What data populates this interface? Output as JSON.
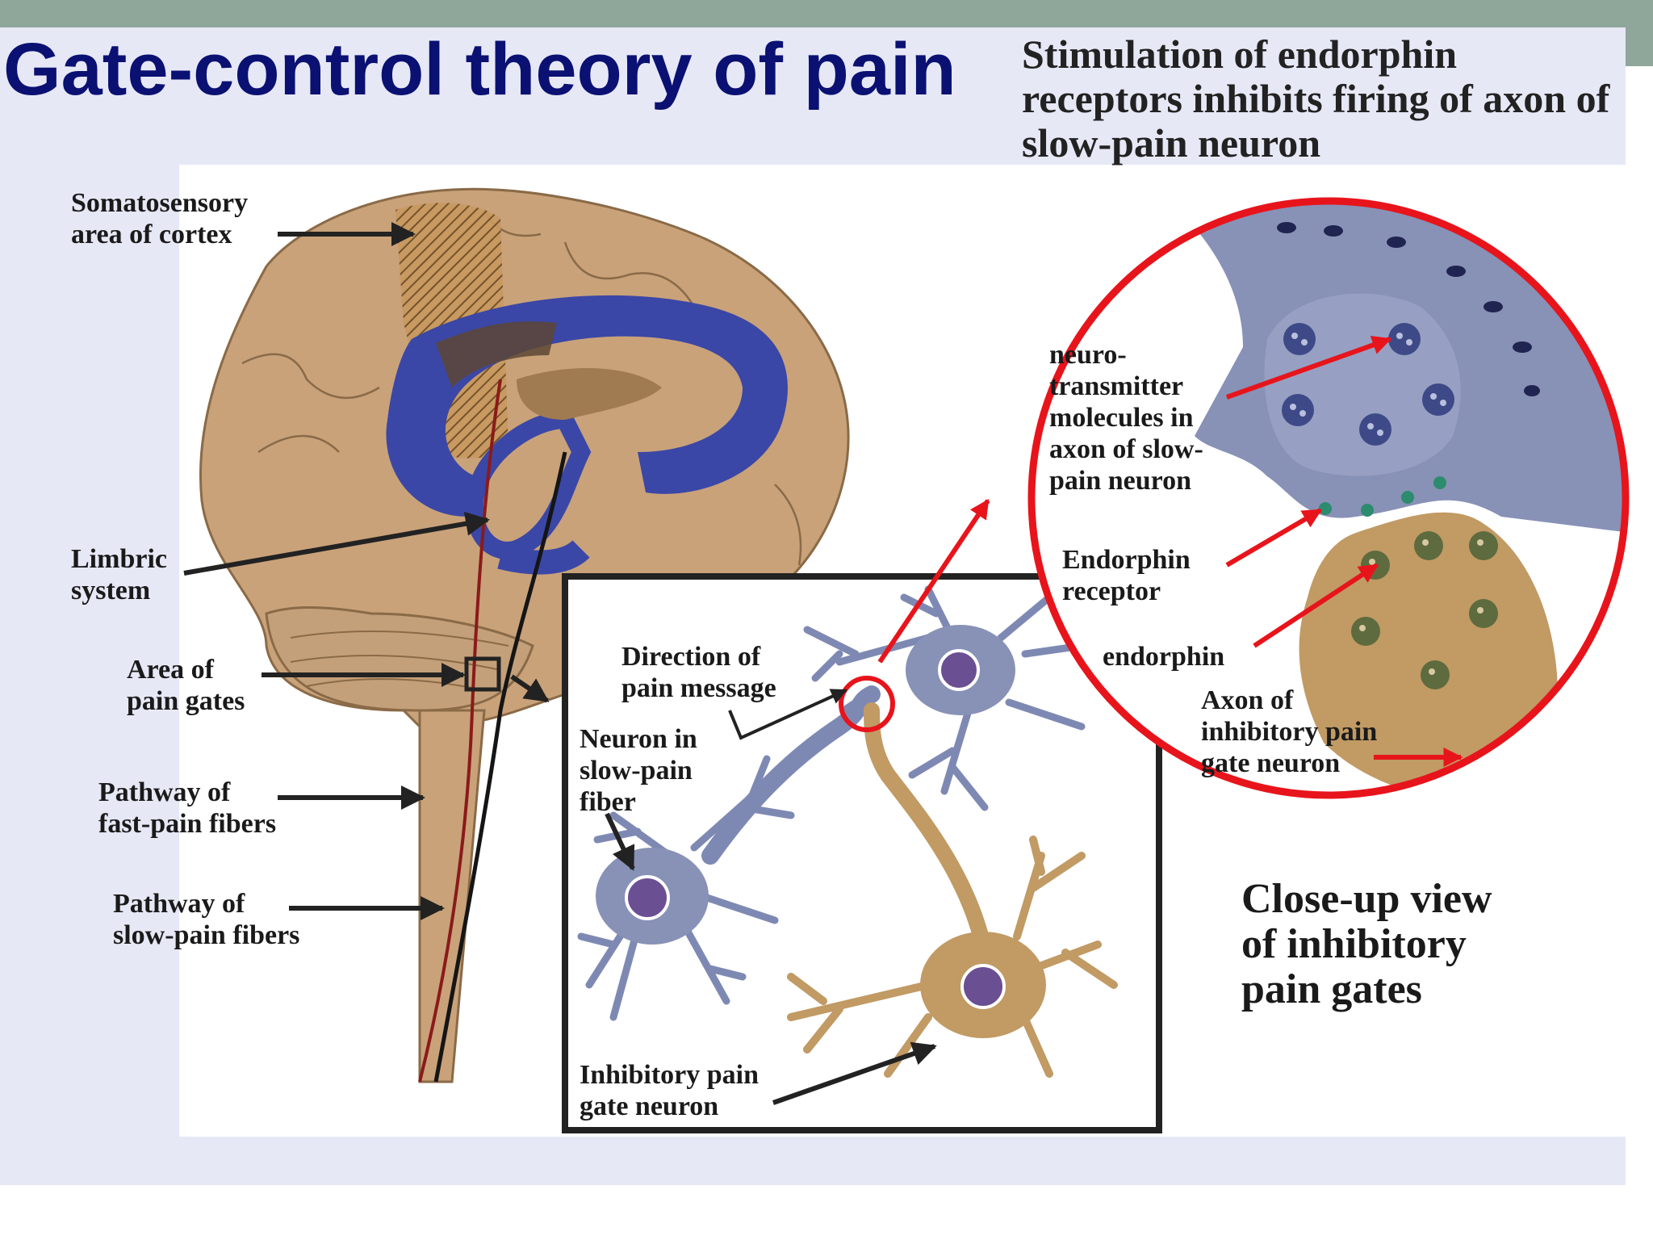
{
  "colors": {
    "top_bar": "#8fa69a",
    "panel": "#e7e8f6",
    "title": "#0a1172",
    "brain": "#c9a27a",
    "limbic": "#3b47a6",
    "slow_neuron": "#8891b6",
    "inhibitory_neuron": "#c19a64",
    "highlight": "#e8141b"
  },
  "slide": {
    "title": "Gate-control theory of pain",
    "subtitle": "Stimulation of endorphin receptors inhibits firing of axon of slow-pain neuron"
  },
  "labels": {
    "somatosensory": [
      "Somatosensory",
      "area of cortex"
    ],
    "limbic": [
      "Limbric",
      "system"
    ],
    "pain_gates": [
      "Area of",
      "pain gates"
    ],
    "fast_pathway": [
      "Pathway of",
      "fast-pain fibers"
    ],
    "slow_pathway": [
      "Pathway of",
      "slow-pain fibers"
    ],
    "direction": [
      "Direction of",
      "pain message"
    ],
    "slow_neuron": [
      "Neuron in",
      "slow-pain",
      "fiber"
    ],
    "inhibitory_neuron": [
      "Inhibitory pain",
      "gate neuron"
    ],
    "neurotransmitter": [
      "neuro-",
      "transmitter",
      "molecules in",
      "axon of slow-",
      "pain neuron"
    ],
    "endorphin_receptor": [
      "Endorphin",
      "receptor"
    ],
    "endorphin": "endorphin",
    "axon_inhibitory": [
      "Axon of",
      "inhibitory  pain",
      "gate neuron"
    ],
    "closeup": [
      "Close-up view",
      "of inhibitory",
      "pain gates"
    ]
  }
}
